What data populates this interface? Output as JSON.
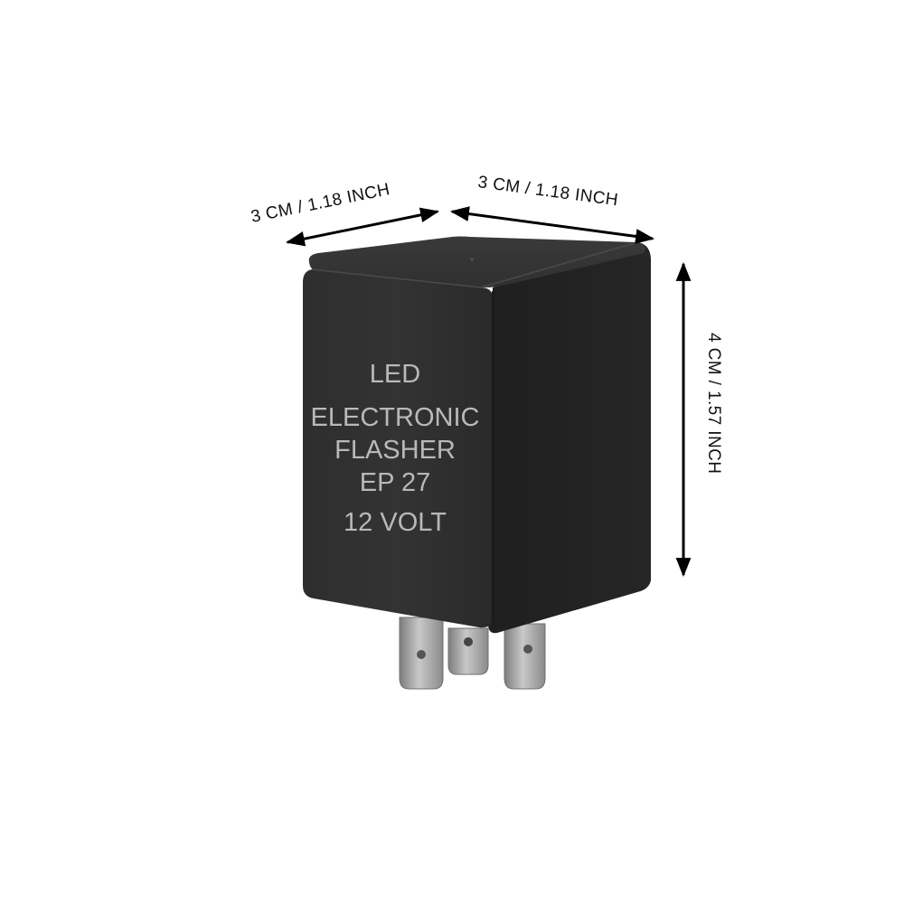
{
  "dimensions": {
    "width_left": "3 CM / 1.18 INCH",
    "width_right": "3 CM / 1.18 INCH",
    "height": "4 CM / 1.57 INCH"
  },
  "device": {
    "label_lines": [
      "LED",
      "ELECTRONIC",
      "FLASHER",
      "EP 27",
      "12 VOLT"
    ],
    "pin_count": 3
  },
  "colors": {
    "background": "#ffffff",
    "body": "#2b2b2b",
    "label_text": "#b9b9b9",
    "pins": "#9a9a9a",
    "arrows": "#000000"
  }
}
